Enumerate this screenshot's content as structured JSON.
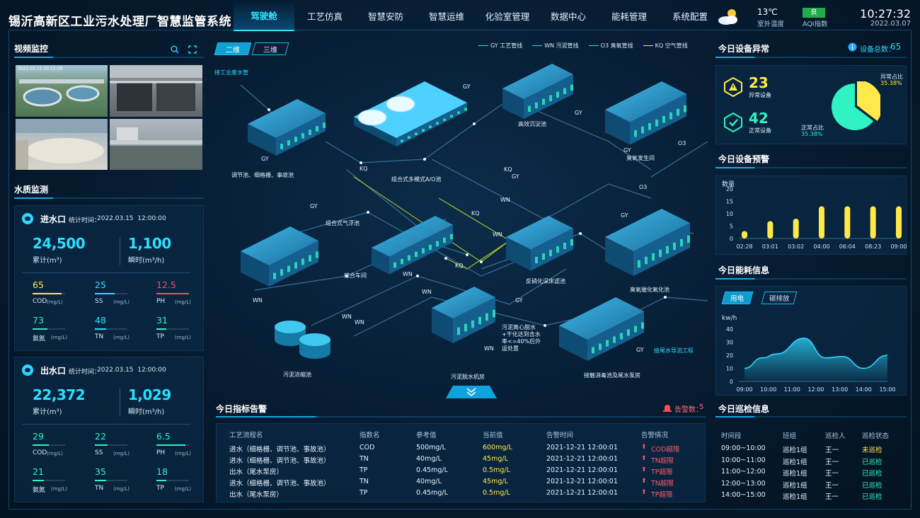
{
  "header": {
    "title": "锡沂高新区工业污水处理厂智慧监管系统",
    "nav": [
      "驾驶舱",
      "工艺仿真",
      "智慧安防",
      "智慧运维",
      "化验室管理",
      "数据中心",
      "能耗管理",
      "系统配置"
    ],
    "active_nav": 0,
    "temperature": "13℃",
    "temperature_label": "室外温度",
    "aqi_value": "良",
    "aqi_label": "AQI指数",
    "time": "10:27:32",
    "date": "2022.03.07"
  },
  "video": {
    "title": "视频监控",
    "timestamp": "2022.03.15 10:12:29"
  },
  "water_quality": {
    "title": "水质监测",
    "inlet": {
      "name": "进水口",
      "time_label": "统计时间：",
      "time": "2022.03.15  12:00:00",
      "total": "24,500",
      "total_label": "累计(m³)",
      "instant": "1,100",
      "instant_label": "瞬时(m³/h)",
      "metrics": [
        {
          "value": "65",
          "name": "COD",
          "unit": "(mg/L)",
          "fill": 0.9,
          "color": "#ffe94a"
        },
        {
          "value": "25",
          "name": "SS",
          "unit": "(mg/L)",
          "fill": 0.6,
          "color": "#28e0ff"
        },
        {
          "value": "12.5",
          "name": "PH",
          "unit": "(mg/L)",
          "fill": 1.0,
          "color": "#ff4a5a"
        },
        {
          "value": "73",
          "name": "氨氮",
          "unit": "(mg/L)",
          "fill": 0.45,
          "color": "#2ff3c2"
        },
        {
          "value": "48",
          "name": "TN",
          "unit": "(mg/L)",
          "fill": 0.35,
          "color": "#28e0ff"
        },
        {
          "value": "31",
          "name": "TP",
          "unit": "(mg/L)",
          "fill": 0.3,
          "color": "#2ff3c2"
        }
      ]
    },
    "outlet": {
      "name": "出水口",
      "time_label": "统计时间：",
      "time": "2022.03.15  12:00:00",
      "total": "22,372",
      "total_label": "累计(m³)",
      "instant": "1,029",
      "instant_label": "瞬时(m³/h)",
      "metrics": [
        {
          "value": "29",
          "name": "COD",
          "unit": "(mg/L)",
          "fill": 0.5,
          "color": "#2ff3c2"
        },
        {
          "value": "22",
          "name": "SS",
          "unit": "(mg/L)",
          "fill": 0.4,
          "color": "#2ff3c2"
        },
        {
          "value": "6.5",
          "name": "PH",
          "unit": "(mg/L)",
          "fill": 0.9,
          "color": "#2ff3c2"
        },
        {
          "value": "21",
          "name": "氨氮",
          "unit": "(mg/L)",
          "fill": 0.35,
          "color": "#2ff3c2"
        },
        {
          "value": "35",
          "name": "TN",
          "unit": "(mg/L)",
          "fill": 0.35,
          "color": "#2ff3c2"
        },
        {
          "value": "18",
          "name": "TP",
          "unit": "(mg/L)",
          "fill": 0.3,
          "color": "#2ff3c2"
        }
      ]
    }
  },
  "process": {
    "view_2d": "二维",
    "view_3d": "三维",
    "legend": [
      "GY 工艺管线",
      "WN 污泥管线",
      "O3  臭氧管线",
      "KQ  空气管线"
    ],
    "labels": {
      "inlet_pipe": "接工业废水管",
      "regulating": "调节池、细格栅、事故池",
      "ao": "组合式多模式A/O池",
      "sedimentation": "高效沉淀池",
      "ozone_gen": "臭氧发生间",
      "flotation": "组合式气浮池",
      "workshop": "综合车间",
      "filter": "反硝化深床滤池",
      "ozone_cat": "臭氧催化氧化池",
      "sludge_thick": "污泥浓缩池",
      "sludge_dewater": "污泥脱水机房",
      "disinfect": "接触消毒池及尾水泵房",
      "tail_outlet": "接尾水导流工程",
      "sludge_note": "污泥离心脱水+干化达到含水率<=40%后外运处置"
    },
    "pipe_tags": [
      "GY",
      "GY",
      "GY",
      "GY",
      "GY",
      "GY",
      "GY",
      "GY",
      "GY",
      "WN",
      "WN",
      "WN",
      "WN",
      "WN",
      "WN",
      "WN",
      "WN",
      "KQ",
      "KQ",
      "KQ",
      "KQ",
      "O3",
      "O3"
    ]
  },
  "alarms": {
    "title": "今日指标告警",
    "count_label": "告警数：",
    "count": "5",
    "columns": [
      "工艺流程名",
      "指数名",
      "参考值",
      "当前值",
      "告警时间",
      "告警情况"
    ],
    "rows": [
      [
        "进水（细格栅、调节池、事故池）",
        "COD",
        "500mg/L",
        "600mg/L",
        "2021-12-21 12:00:01",
        "COD超限"
      ],
      [
        "进水（细格栅、调节池、事故池）",
        "TN",
        "40mg/L",
        "45mg/L",
        "2021-12-21 12:00:01",
        "TN超限"
      ],
      [
        "出水（尾水泵房）",
        "TP",
        "0.45mg/L",
        "0.5mg/L",
        "2021-12-21 12:00:01",
        "TP超限"
      ],
      [
        "进水（细格栅、调节池、事故池）",
        "TN",
        "40mg/L",
        "45mg/L",
        "2021-12-21 12:00:01",
        "TN超限"
      ],
      [
        "出水（尾水泵房）",
        "TP",
        "0.45mg/L",
        "0.5mg/L",
        "2021-12-21 12:00:01",
        "TP超限"
      ]
    ]
  },
  "devices": {
    "title": "今日设备异常",
    "total_label": "设备总数：",
    "total": "65",
    "abnormal": "23",
    "abnormal_label": "异常设备",
    "normal": "42",
    "normal_label": "正常设备",
    "abnormal_ratio_label": "异常占比",
    "abnormal_ratio": "35.38%",
    "normal_ratio_label": "正常占比",
    "normal_ratio": "35.38%"
  },
  "warning_chart": {
    "title": "今日设备预警",
    "chart_data": {
      "type": "bar",
      "ylabel": "数量",
      "categories": [
        "02:28",
        "03:01",
        "03:02",
        "04:00",
        "06:04",
        "08:23",
        "09:00"
      ],
      "values": [
        3,
        7,
        8,
        13,
        13,
        13,
        13
      ],
      "ylim": [
        0,
        20
      ],
      "yticks": [
        0,
        5,
        10,
        15,
        20
      ]
    }
  },
  "energy": {
    "title": "今日能耗信息",
    "tab_power": "用电",
    "tab_carbon": "碳排放",
    "chart_data": {
      "type": "area",
      "ylabel": "kw/h",
      "x": [
        "09:00",
        "10:00",
        "11:00",
        "12:00",
        "13:00",
        "14:00",
        "15:00"
      ],
      "values": [
        10,
        18,
        21,
        33,
        18,
        19,
        10,
        20
      ],
      "value_x": [
        0,
        0.75,
        1.35,
        2.5,
        3.4,
        4.1,
        5.0,
        6.0
      ],
      "ylim": [
        0,
        40
      ],
      "yticks": [
        0,
        10,
        20,
        30,
        40
      ]
    }
  },
  "inspection": {
    "title": "今日巡检信息",
    "columns": [
      "时间段",
      "班组",
      "巡检人",
      "巡检状态"
    ],
    "rows": [
      [
        "09:00~10:00",
        "巡检1组",
        "王一",
        "未巡检"
      ],
      [
        "10:00~11:00",
        "巡检1组",
        "王一",
        "已巡检"
      ],
      [
        "11:00~12:00",
        "巡检1组",
        "王一",
        "已巡检"
      ],
      [
        "12:00~13:00",
        "巡检1组",
        "王一",
        "已巡检"
      ],
      [
        "14:00~15:00",
        "巡检1组",
        "王一",
        "已巡检"
      ]
    ],
    "status_colors": {
      "未巡检": "#ffe94a",
      "已巡检": "#2ff3c2"
    }
  }
}
